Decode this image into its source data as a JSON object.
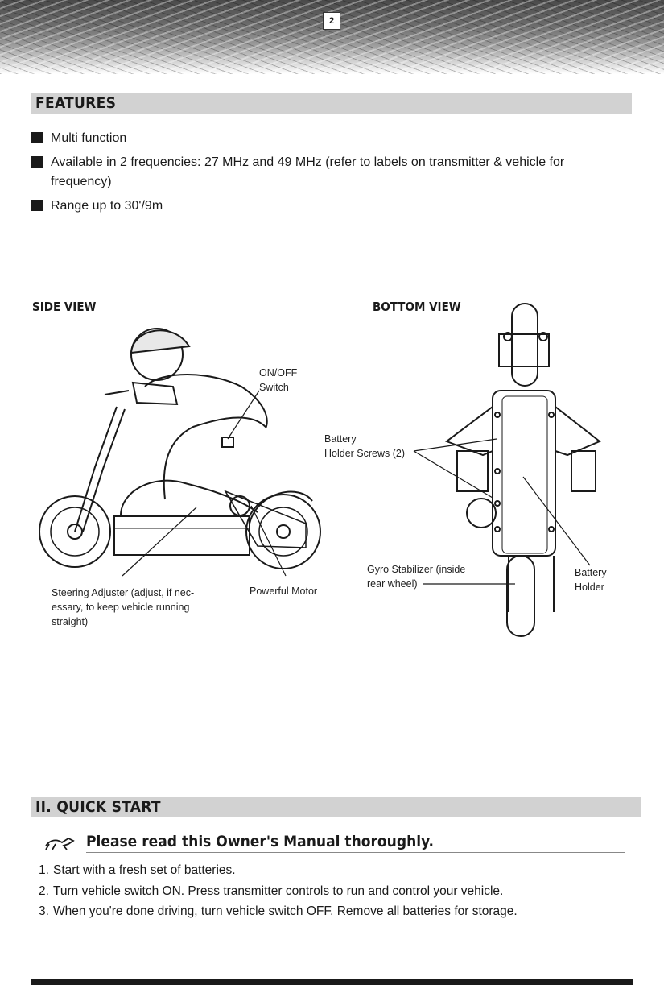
{
  "header": {
    "page_number": "2"
  },
  "features": {
    "title": "FEATURES",
    "items": [
      "Multi function",
      "Available in 2 frequencies: 27 MHz and 49 MHz (refer to labels on transmitter & vehicle for frequency)",
      "Range up to 30'/9m"
    ]
  },
  "diagram": {
    "side_view_title": "SIDE VIEW",
    "bottom_view_title": "BOTTOM VIEW",
    "labels": {
      "on_off_switch": [
        "ON/OFF",
        "Switch"
      ],
      "steering_adjuster": [
        "Steering Adjuster (adjust, if nec-",
        "essary, to keep vehicle running",
        "straight)"
      ],
      "powerful_motor": "Powerful Motor",
      "battery_holder_screws": [
        "Battery",
        "Holder Screws (2)"
      ],
      "gyro_stabilizer": [
        "Gyro Stabilizer (inside",
        "rear wheel)"
      ],
      "battery_holder": [
        "Battery",
        "Holder"
      ]
    }
  },
  "quick_start": {
    "title": "II. QUICK START",
    "heading": "Please read this Owner's Manual thoroughly.",
    "steps": [
      {
        "num": "1.",
        "text": "Start with a fresh set of batteries."
      },
      {
        "num": "2.",
        "text": "Turn vehicle switch ON. Press transmitter controls to run and control your vehicle."
      },
      {
        "num": "3.",
        "text": "When you're done driving, turn vehicle switch OFF. Remove all batteries for storage."
      }
    ]
  }
}
